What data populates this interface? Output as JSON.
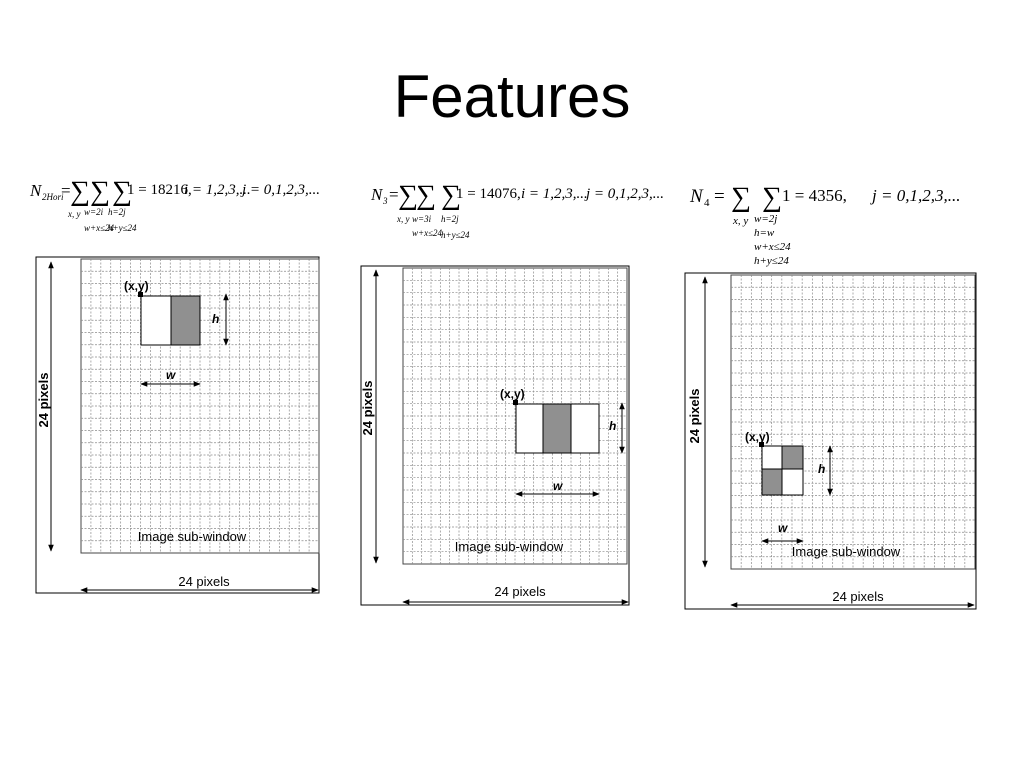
{
  "slide": {
    "title": "Features"
  },
  "panels": [
    {
      "formula": {
        "lhs": "N",
        "lhs_sub": "2Hori",
        "rhs": "1 = 18216,",
        "i_range": "i = 1,2,3,...",
        "j_range": "j = 0,1,2,3,...",
        "cond_xy": "x, y",
        "cond_w": "w=2i",
        "cond_h": "h=2j",
        "cond_wx": "w+x≤24",
        "cond_hy": "h+y≤24"
      },
      "labels": {
        "xy": "(x,y)",
        "h": "h",
        "w": "w",
        "caption": "Image sub-window",
        "side": "24 pixels",
        "bottom": "24 pixels"
      }
    },
    {
      "formula": {
        "lhs": "N",
        "lhs_sub": "3",
        "rhs": "1 = 14076,",
        "i_range": "i = 1,2,3,...",
        "j_range": "j = 0,1,2,3,...",
        "cond_xy": "x, y",
        "cond_w": "w=3i",
        "cond_h": "h=2j",
        "cond_wx": "w+x≤24",
        "cond_hy": "h+y≤24"
      },
      "labels": {
        "xy": "(x,y)",
        "h": "h",
        "w": "w",
        "caption": "Image sub-window",
        "side": "24 pixels",
        "bottom": "24 pixels"
      }
    },
    {
      "formula": {
        "lhs": "N",
        "lhs_sub": "4",
        "rhs": "1 = 4356,",
        "j_range": "j = 0,1,2,3,...",
        "cond_xy": "x, y",
        "cond_w": "w=2j",
        "cond_h": "h=w",
        "cond_wx": "w+x≤24",
        "cond_hy": "h+y≤24"
      },
      "labels": {
        "xy": "(x,y)",
        "h": "h",
        "w": "w",
        "caption": "Image sub-window",
        "side": "24 pixels",
        "bottom": "24 pixels"
      }
    }
  ],
  "colors": {
    "grid": "#8a8a8a",
    "gray_cell": "#909090",
    "ink": "#000000"
  }
}
